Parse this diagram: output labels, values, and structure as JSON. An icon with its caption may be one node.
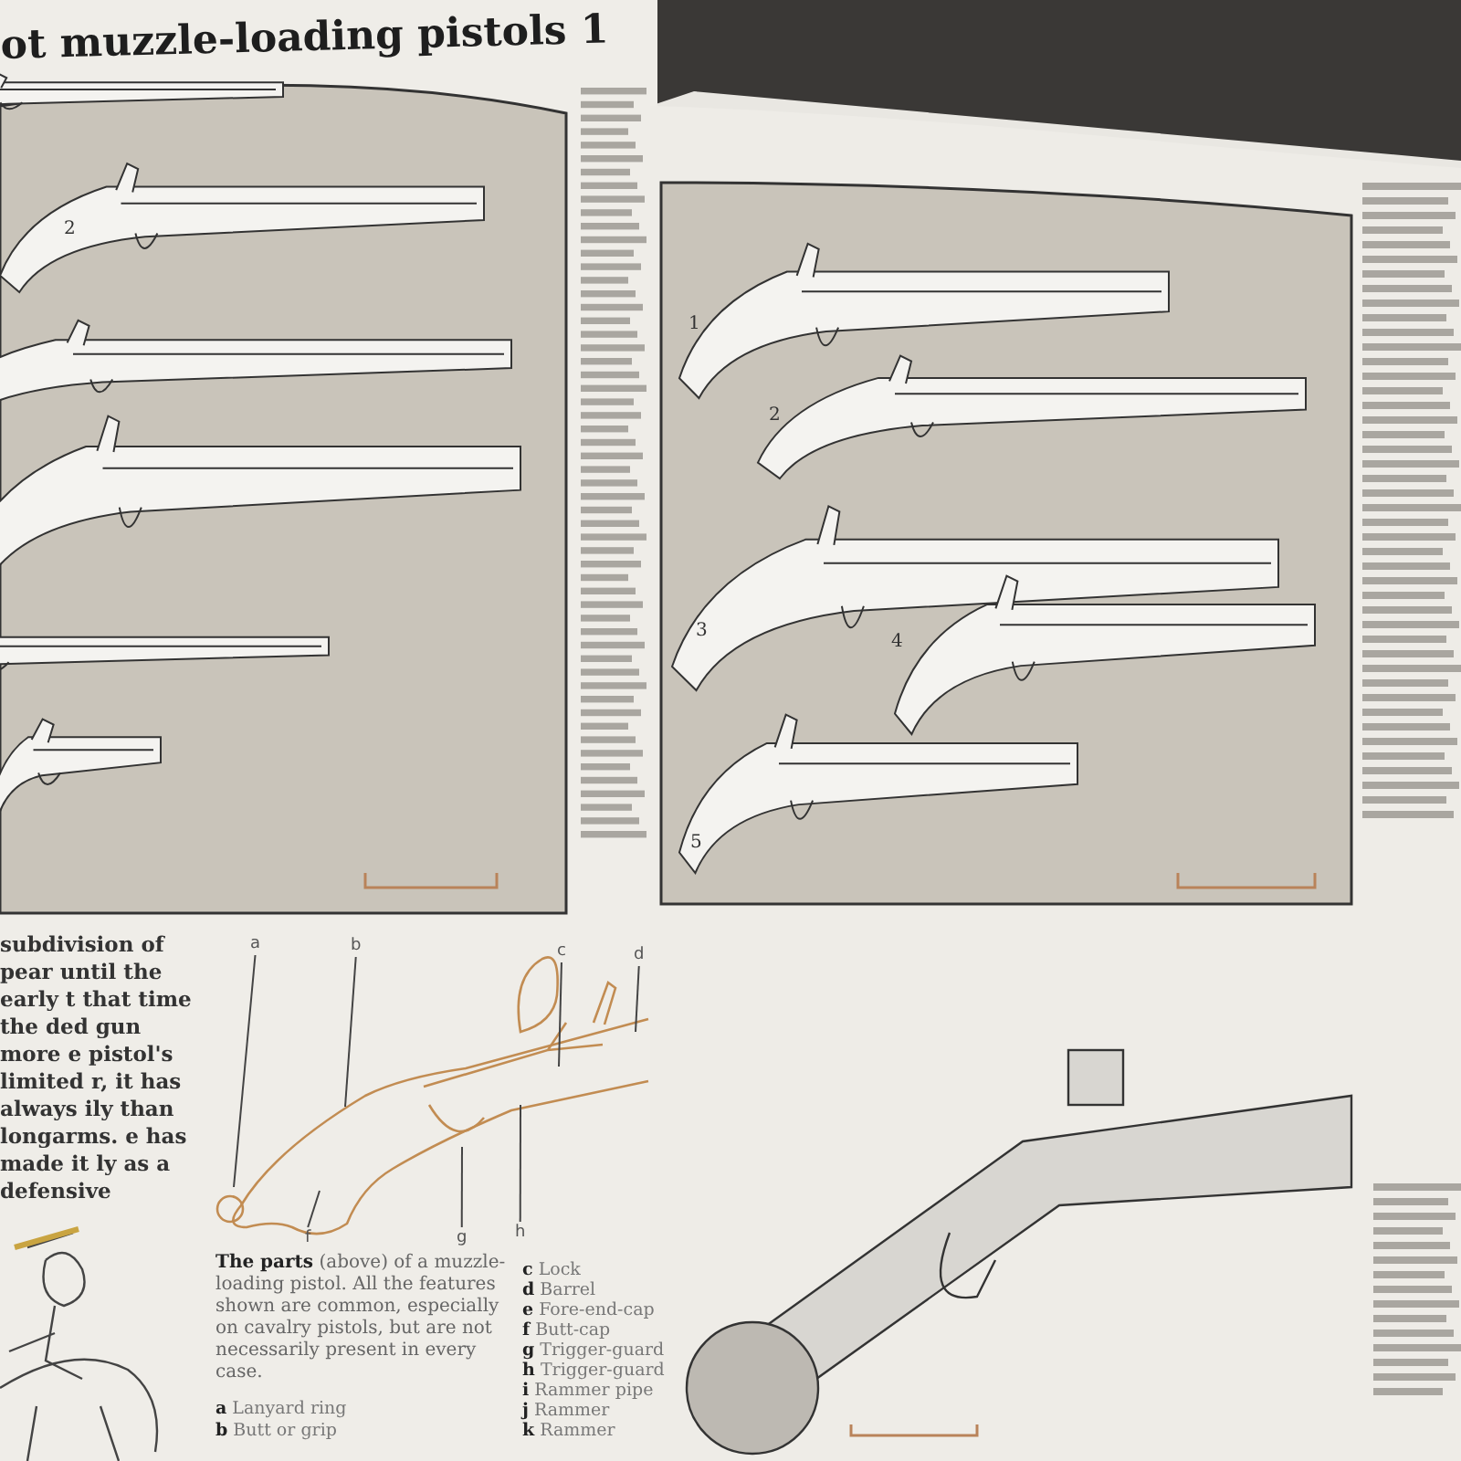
{
  "diagram": {
    "title": "ot muzzle-loading pistols 1",
    "nodes": [
      {
        "text": [
          "a"
        ]
      },
      {
        "text": [
          "b"
        ]
      },
      {
        "text": [
          "c"
        ]
      },
      {
        "text": [
          "d"
        ]
      },
      {
        "text": [
          "f"
        ]
      },
      {
        "text": [
          "g"
        ]
      },
      {
        "text": [
          "h"
        ]
      }
    ],
    "edges": [
      {
        "from": 0,
        "to": null,
        "arrow": "none"
      },
      {
        "from": 1,
        "to": null,
        "arrow": "none"
      },
      {
        "from": 2,
        "to": null,
        "arrow": "none"
      },
      {
        "from": 3,
        "to": null,
        "arrow": "none"
      },
      {
        "from": 4,
        "to": null,
        "arrow": "none"
      },
      {
        "from": 5,
        "to": null,
        "arrow": "none"
      },
      {
        "from": 6,
        "to": null,
        "arrow": "none"
      }
    ],
    "labels": [
      "2",
      "1",
      "2",
      "3",
      "4",
      "5",
      "subdivision of pear until the early t that time the ded gun more e pistol's limited r, it has always ily than longarms. e has made it ly as a defensive",
      "**The parts** (above) of a muzzle-loading pistol. All the features shown are common, especially on cavalry pistols, but are not necessarily present in every case.",
      "**a** Lanyard ring",
      "**b** Butt or grip",
      "**c** Lock",
      "**d** Barrel",
      "**e** Fore-end-cap",
      "**f** Butt-cap",
      "**g** Trigger-guard",
      "**h** Trigger-guard",
      "**i** Rammer pipe",
      "**j** Rammer",
      "**k** Rammer"
    ]
  }
}
